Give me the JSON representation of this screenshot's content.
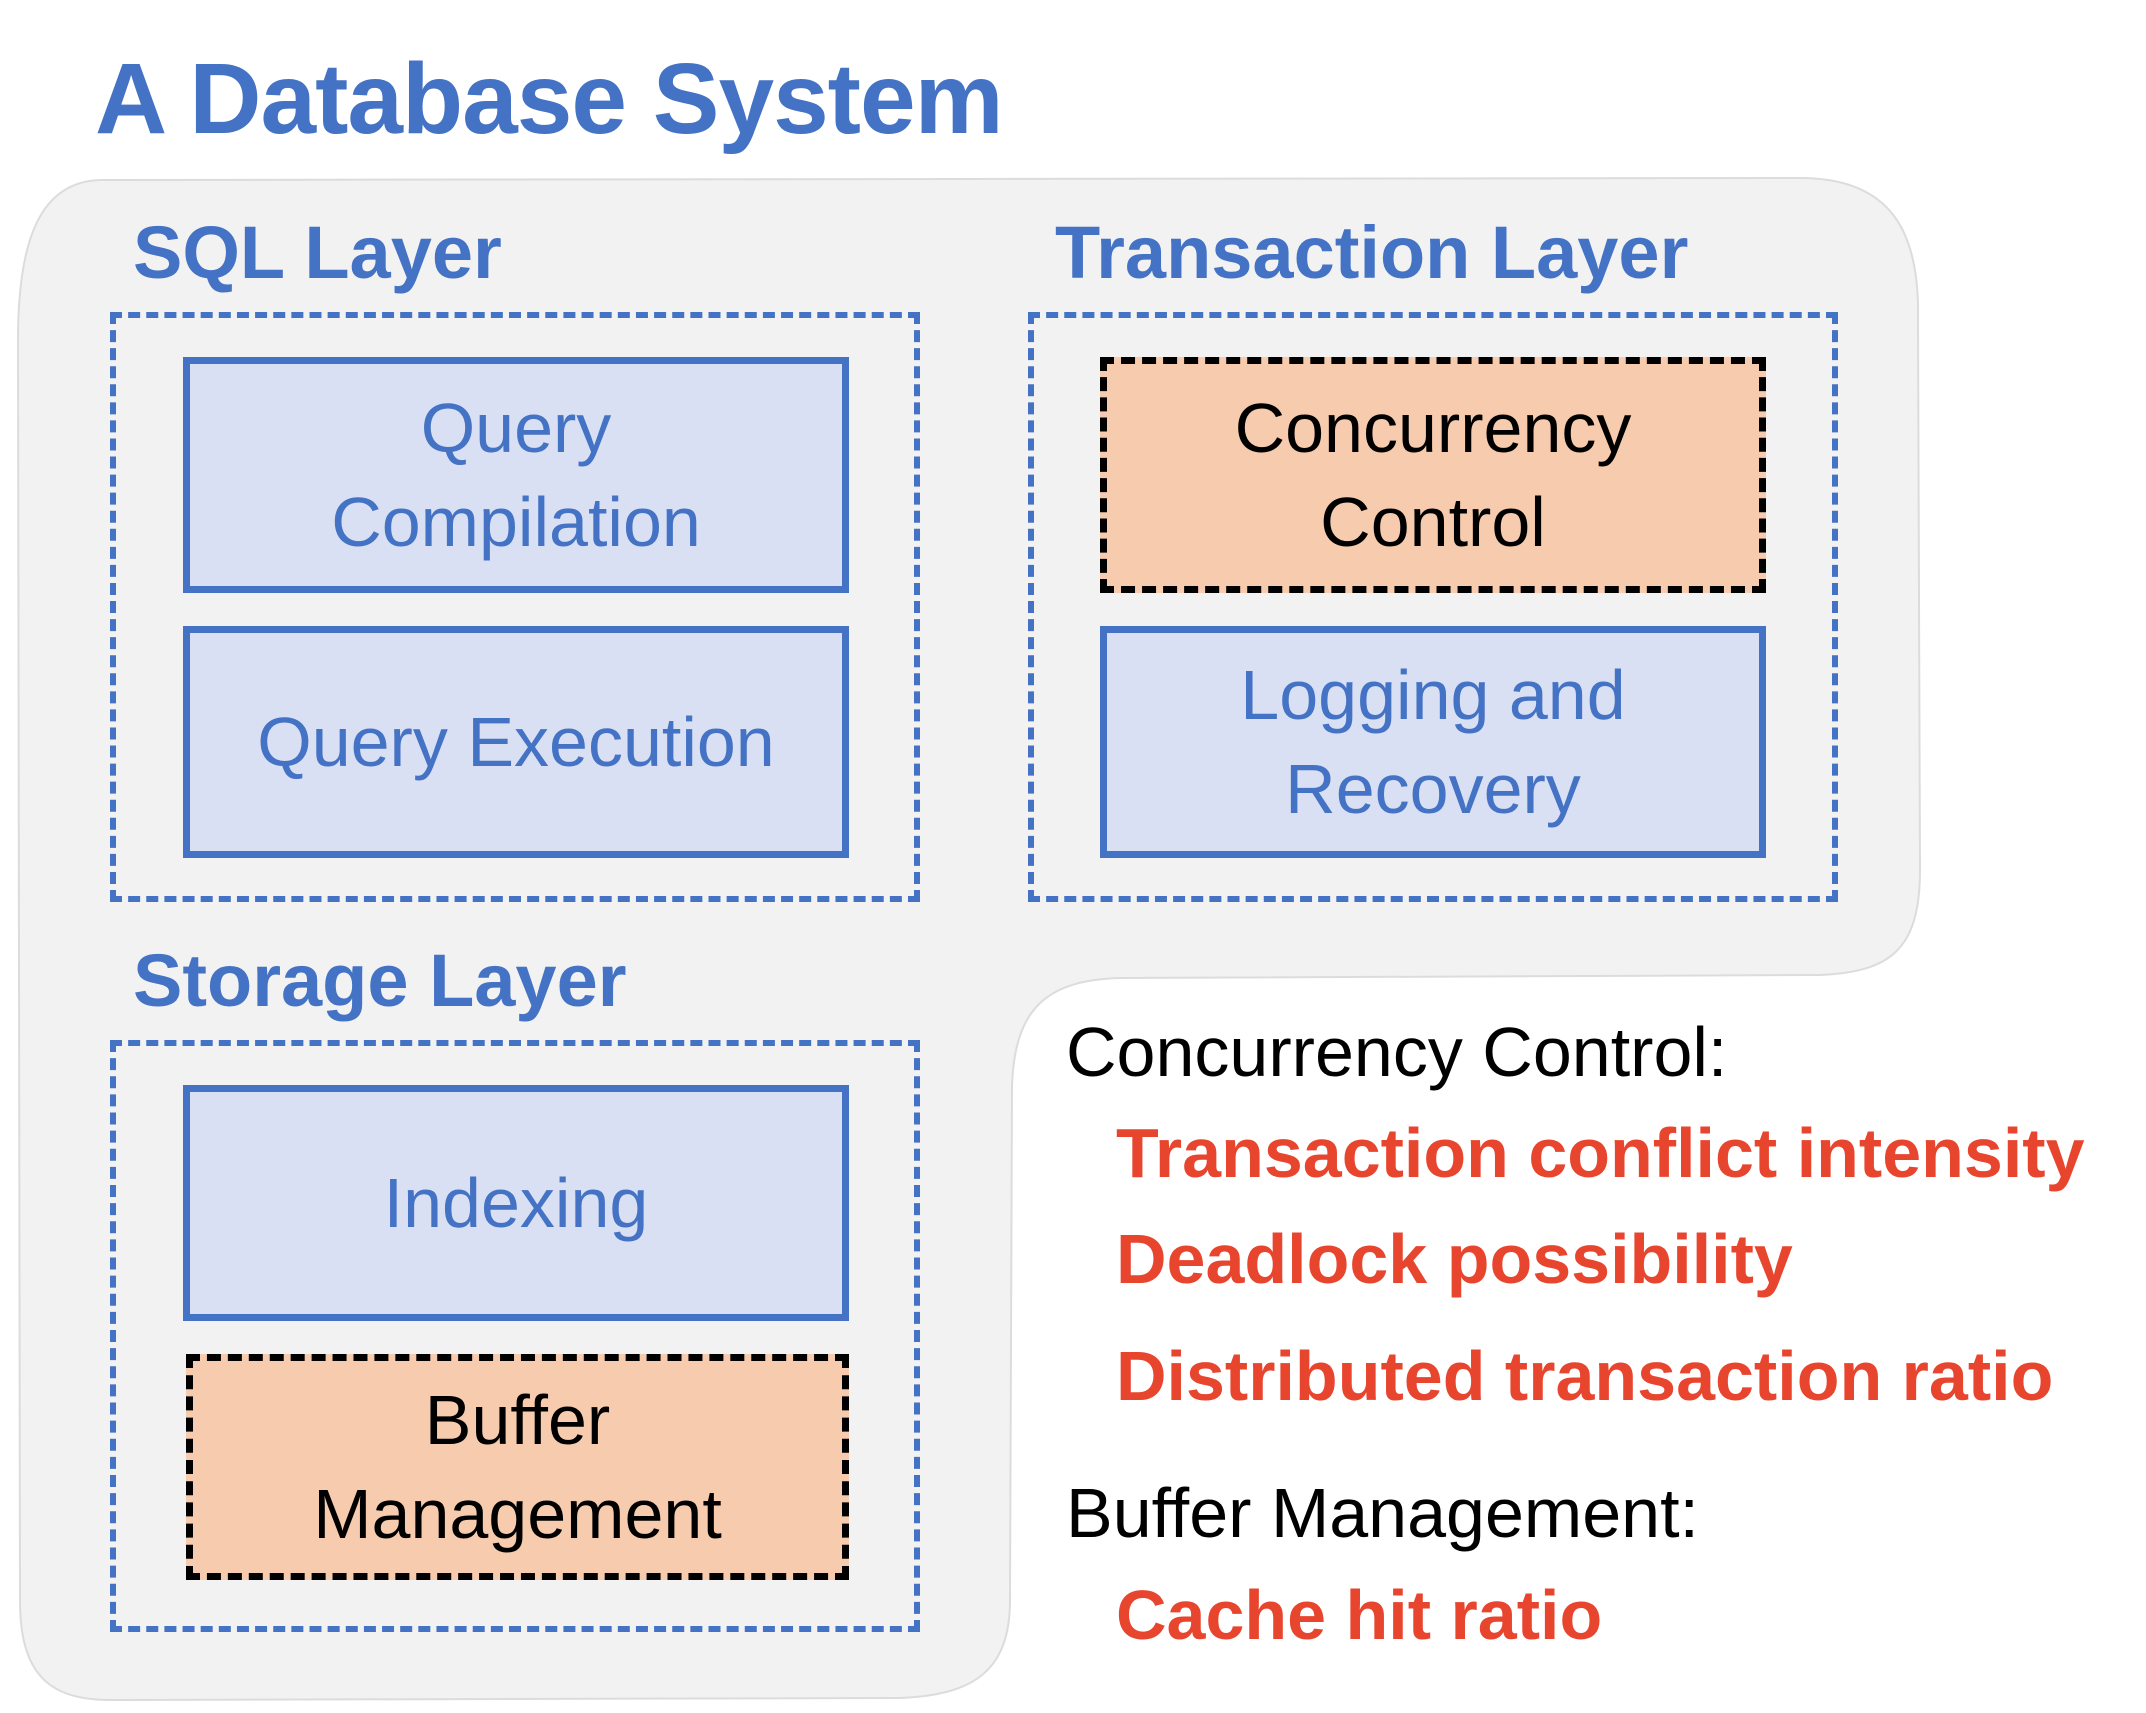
{
  "title": "A Database System",
  "colors": {
    "layer_blue": "#4472c4",
    "component_fill": "#dae0f3",
    "highlight_fill": "#f7cbad",
    "metric_red": "#e8452f",
    "container_gray": "#f2f2f2"
  },
  "layers": {
    "sql": {
      "title": "SQL Layer",
      "components": [
        {
          "lines": [
            "Query",
            "Compilation"
          ],
          "highlighted": false
        },
        {
          "lines": [
            "Query Execution"
          ],
          "highlighted": false
        }
      ]
    },
    "transaction": {
      "title": "Transaction Layer",
      "components": [
        {
          "lines": [
            "Concurrency",
            "Control"
          ],
          "highlighted": true
        },
        {
          "lines": [
            "Logging and",
            "Recovery"
          ],
          "highlighted": false
        }
      ]
    },
    "storage": {
      "title": "Storage Layer",
      "components": [
        {
          "lines": [
            "Indexing"
          ],
          "highlighted": false
        },
        {
          "lines": [
            "Buffer",
            "Management"
          ],
          "highlighted": true
        }
      ]
    }
  },
  "notes": [
    {
      "heading": "Concurrency Control:",
      "metrics": [
        "Transaction conflict intensity",
        "Deadlock possibility",
        "Distributed transaction ratio"
      ]
    },
    {
      "heading": "Buffer Management:",
      "metrics": [
        "Cache hit ratio"
      ]
    }
  ]
}
